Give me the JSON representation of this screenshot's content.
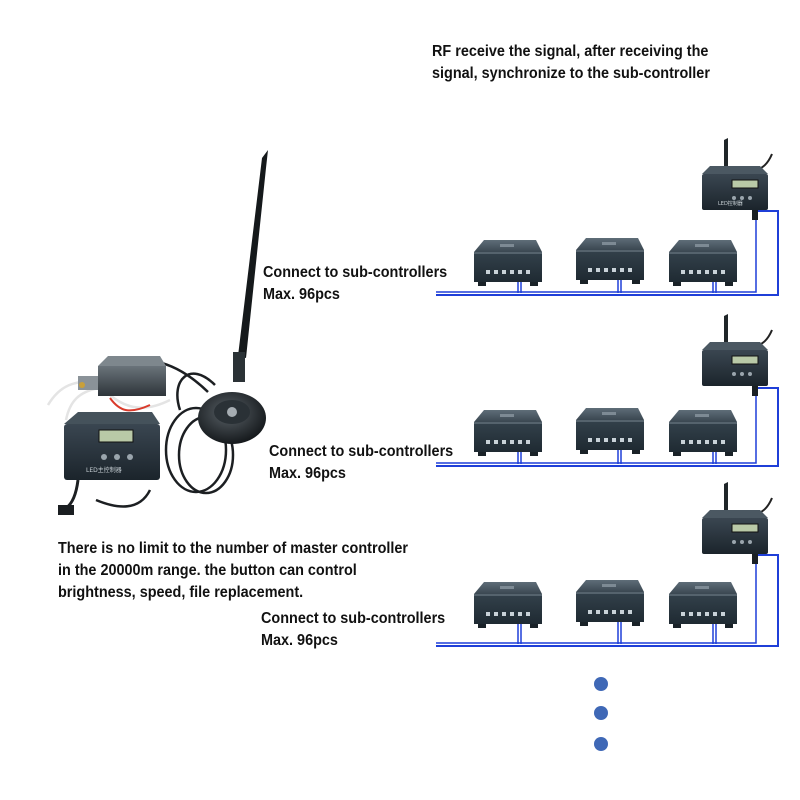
{
  "texts": {
    "rf_note": [
      "RF receive the signal, after receiving the",
      "signal, synchronize to the sub-controller"
    ],
    "group_1": [
      "Connect to sub-controllers",
      "Max. 96pcs"
    ],
    "group_2": [
      "Connect to sub-controllers",
      "Max. 96pcs"
    ],
    "group_3": [
      "Connect to sub-controllers",
      "Max. 96pcs"
    ],
    "master_note": [
      "There is no limit to the number of master controller",
      "in the 20000m range. the button can control",
      "brightness, speed, file replacement."
    ]
  },
  "device_labels": {
    "master_panel": "LED主控制器",
    "receiver_panel": "LED控制器"
  },
  "colors": {
    "cable": "#1f3fd8",
    "continuation_dot": "#3f68b6",
    "device_body": "#2c3944",
    "lcd": "#b9c9a7",
    "text": "#111111"
  }
}
